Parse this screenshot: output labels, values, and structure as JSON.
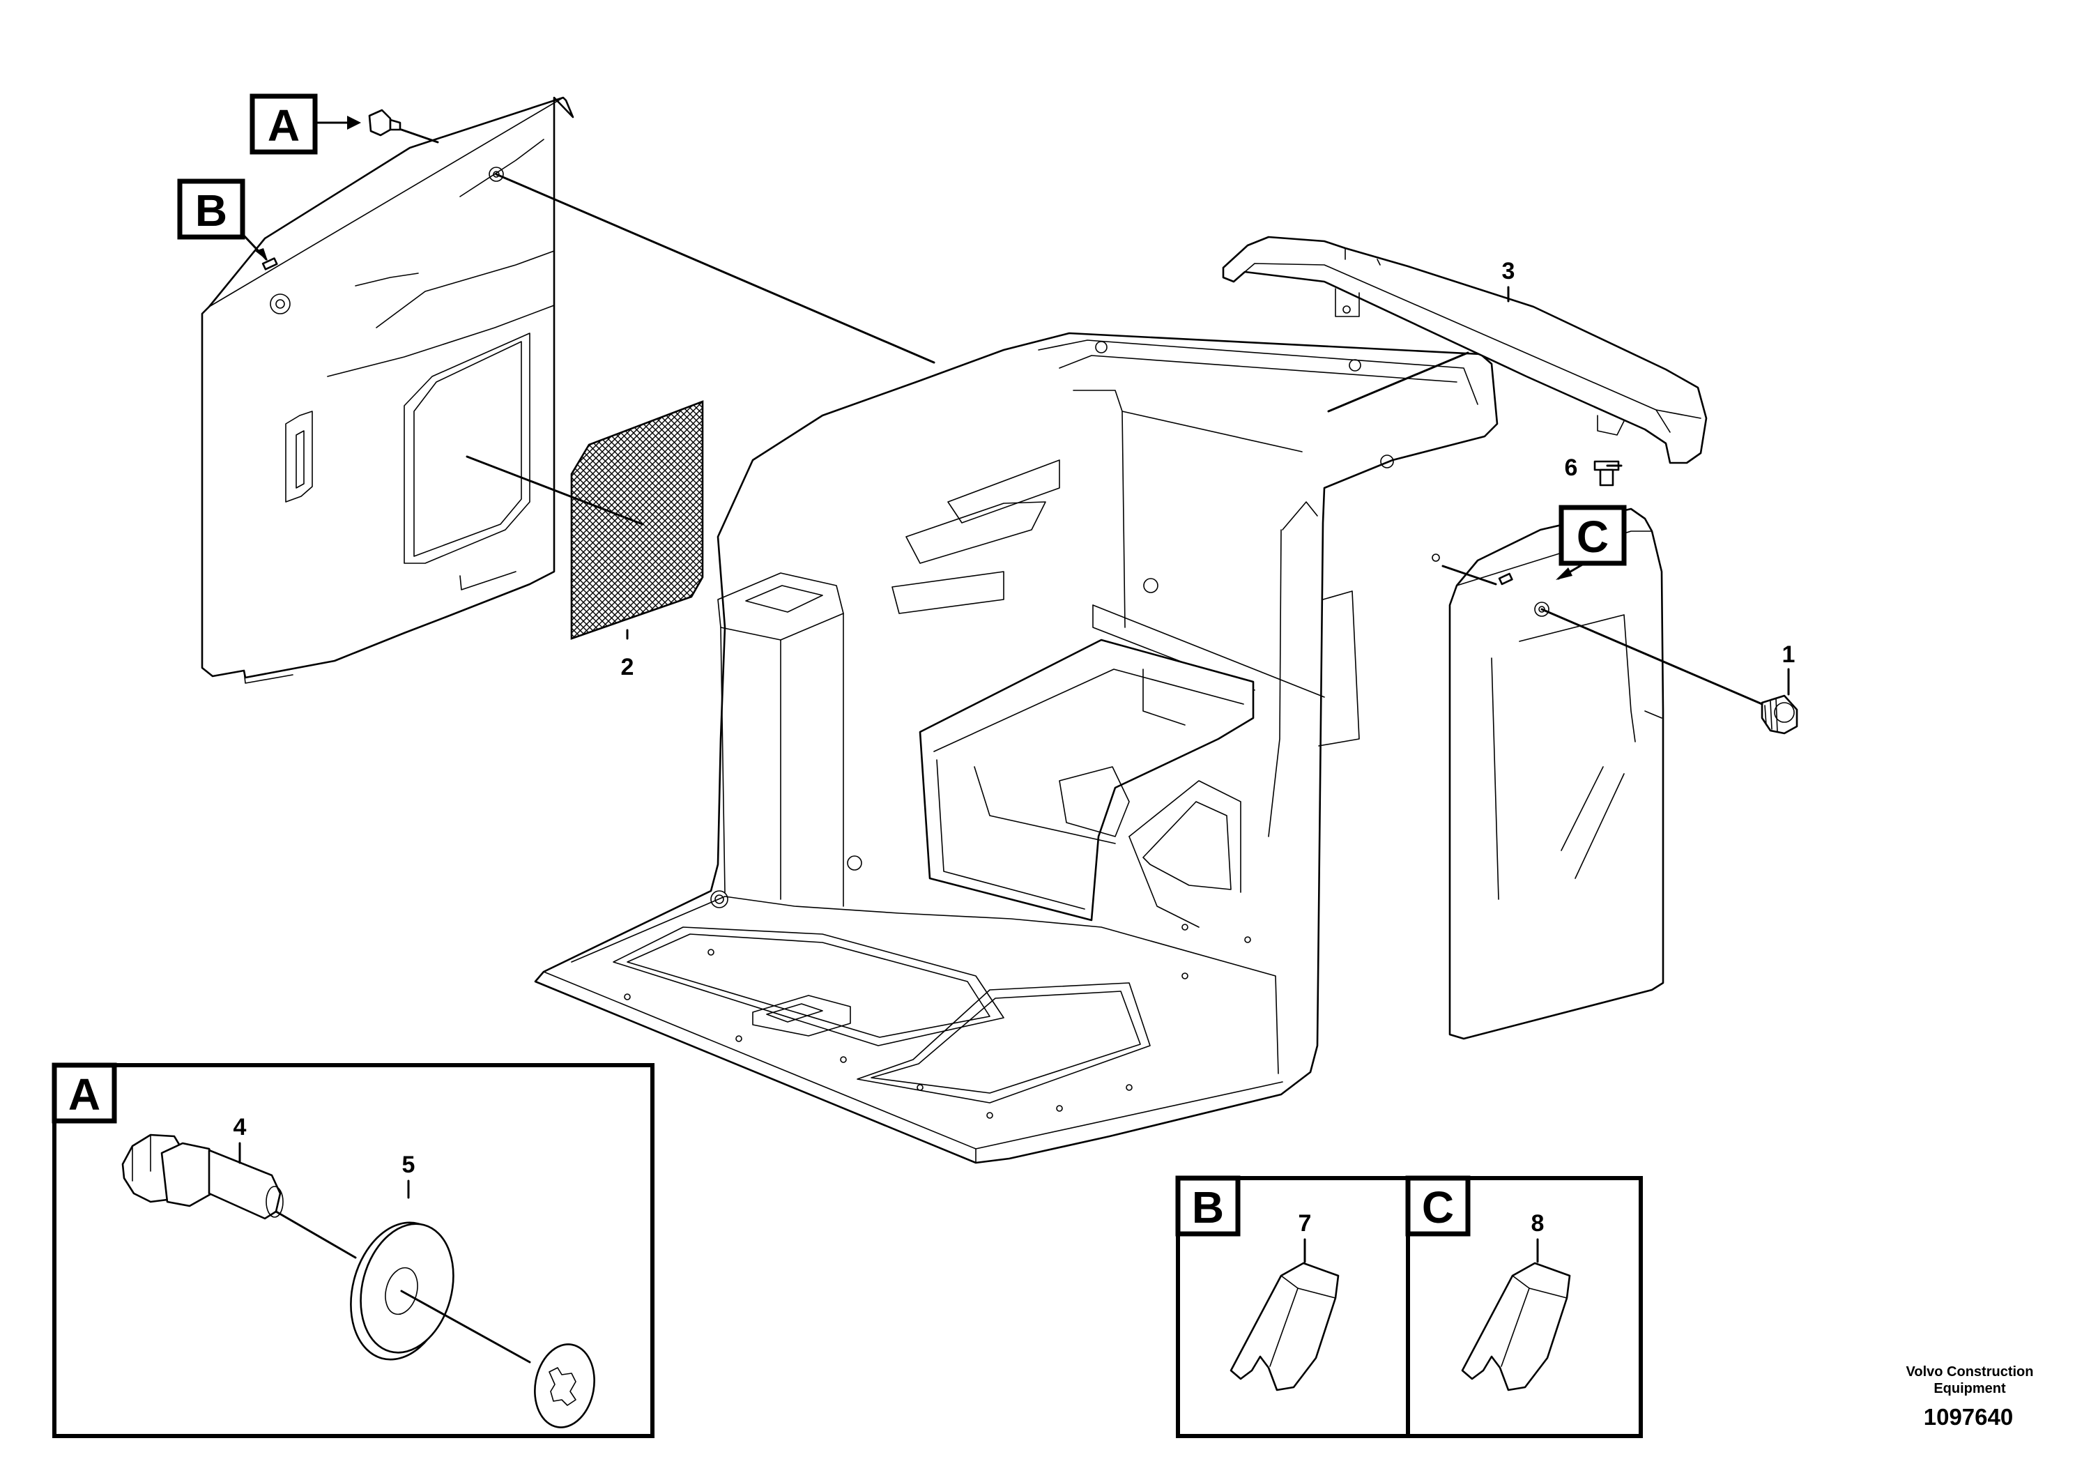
{
  "callout_tags": {
    "a": "A",
    "b": "B",
    "c": "C"
  },
  "part_numbers": {
    "p1": "1",
    "p2": "2",
    "p3": "3",
    "p4": "4",
    "p5": "5",
    "p6": "6",
    "p7": "7",
    "p8": "8"
  },
  "footer": {
    "brand_line1": "Volvo Construction",
    "brand_line2": "Equipment",
    "drawing_number": "1097640"
  }
}
